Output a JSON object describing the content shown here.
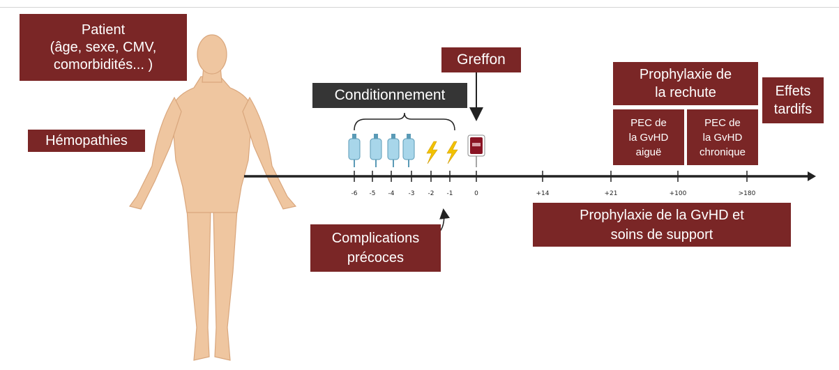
{
  "boxes": {
    "patient": "Patient\n(âge, sexe, CMV,\ncomorbidités... )",
    "hemopathies": "Hémopathies",
    "conditionnement": "Conditionnement",
    "greffon": "Greffon",
    "prophylaxie_rechute": "Prophylaxie de\nla rechute",
    "effets_tardifs": "Effets\ntardifs",
    "pec_aigue": "PEC de\nla GvHD\naiguë",
    "pec_chronique": "PEC de\nla GvHD\nchronique",
    "complications": "Complications\nprécoces",
    "prophylaxie_gvhd": "Prophylaxie de la GvHD et\nsoins de support"
  },
  "timeline": {
    "ticks": [
      "-6",
      "-5",
      "-4",
      "-3",
      "-2",
      "-1",
      "0",
      "+14",
      "+21",
      "+100",
      ">180"
    ]
  },
  "icons": {
    "chemo_bags": 4,
    "radiation_bolts": 2,
    "graft_bag": 1
  },
  "colors": {
    "box": "#7a2626",
    "dark_box": "#353535",
    "skin": "#f0c8a0",
    "axis": "#222222"
  }
}
